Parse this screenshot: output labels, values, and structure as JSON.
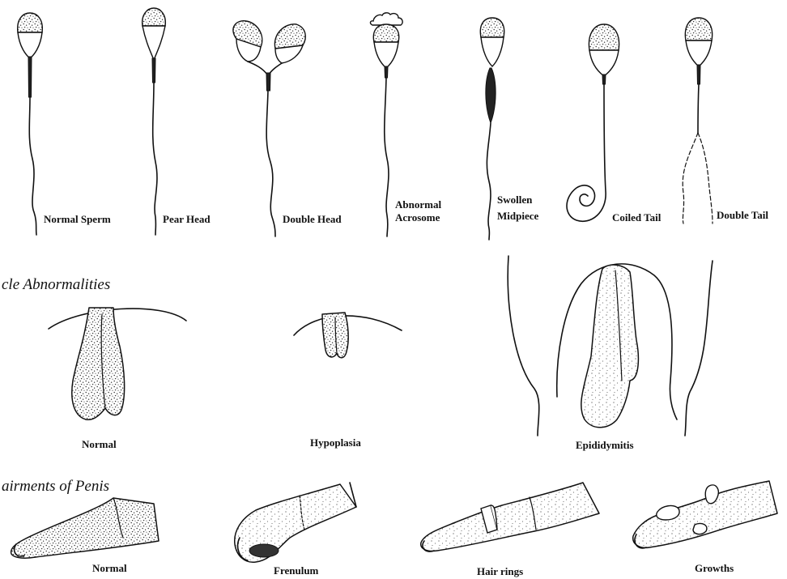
{
  "sperm_section": {
    "labels": {
      "normal": "Normal Sperm",
      "pear": "Pear Head",
      "double_head": "Double Head",
      "acrosome_1": "Abnormal",
      "acrosome_2": "Acrosome",
      "midpiece_1": "Swollen",
      "midpiece_2": "Midpiece",
      "coiled": "Coiled Tail",
      "double_tail": "Double Tail"
    }
  },
  "testicle_section": {
    "title": "cle Abnormalities",
    "labels": {
      "normal": "Normal",
      "hypoplasia": "Hypoplasia",
      "epididymitis": "Epididymitis"
    }
  },
  "penis_section": {
    "title": "airments of Penis",
    "labels": {
      "normal": "Normal",
      "frenulum": "Frenulum",
      "hair_rings": "Hair rings",
      "growths": "Growths"
    }
  }
}
